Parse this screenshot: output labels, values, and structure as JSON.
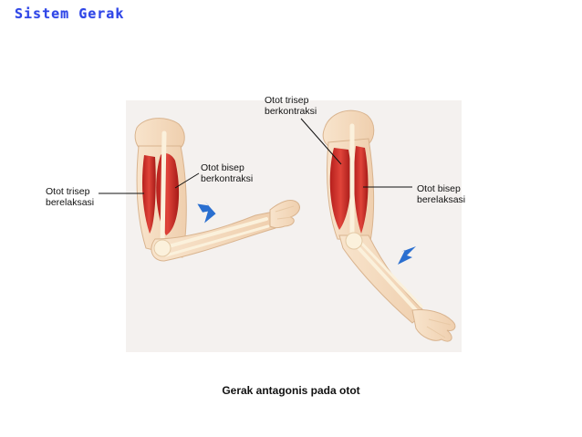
{
  "title": "Sistem Gerak",
  "labels": {
    "triceps_relaxed": "Otot trisep\nberelaksasi",
    "biceps_contracted": "Otot bisep\nberkontraksi",
    "triceps_contracted": "Otot trisep\nberkontraksi",
    "biceps_relaxed": "Otot bisep\nberelaksasi"
  },
  "caption": "Gerak antagonis pada otot",
  "colors": {
    "title": "#2f46e6",
    "muscle": "#d6322c",
    "skin": "#f6dcc0",
    "bone": "#fbf1dc",
    "arrow": "#2a6fd0"
  },
  "icons": [
    "flexed-arm-illustration",
    "extended-arm-illustration",
    "up-arrow-icon",
    "down-arrow-icon"
  ]
}
